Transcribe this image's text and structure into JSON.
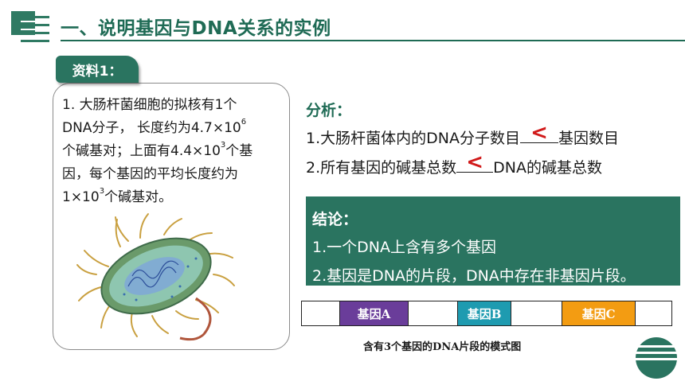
{
  "header": {
    "title": "一、说明基因与DNA关系的实例"
  },
  "material": {
    "tab_label": "资料1：",
    "lines": [
      {
        "pre": "1. 大肠杆菌细胞的拟核有1个"
      },
      {
        "pre": "DNA分子， 长度约为4.7×10",
        "sup": "6"
      },
      {
        "pre": "个碱基对；上面有4.4×10",
        "sup": "3",
        "post": "个基"
      },
      {
        "pre": "因，每个基因的平均长度约为"
      },
      {
        "pre": "1×10",
        "sup": "3",
        "post": "个碱基对。"
      }
    ]
  },
  "analysis": {
    "heading": "分析：",
    "line1": {
      "pre": "1.大肠杆菌体内的DNA分子数目",
      "answer": "<",
      "post": "基因数目"
    },
    "line2": {
      "pre": "2.所有基因的碱基总数",
      "answer": "<",
      "post": "DNA的碱基总数"
    }
  },
  "conclusion": {
    "heading": "结论：",
    "line1": "1.一个DNA上含有多个基因",
    "line2": "2.基因是DNA的片段，DNA中存在非基因片段。"
  },
  "diagram": {
    "segments": [
      {
        "label": "",
        "color": "#ffffff",
        "flex": 48
      },
      {
        "label": "基因A",
        "color": "#6a3d9a",
        "flex": 86
      },
      {
        "label": "",
        "color": "#ffffff",
        "flex": 62
      },
      {
        "label": "基因B",
        "color": "#1e9bb0",
        "flex": 68
      },
      {
        "label": "",
        "color": "#ffffff",
        "flex": 64
      },
      {
        "label": "基因C",
        "color": "#f39c12",
        "flex": 92
      },
      {
        "label": "",
        "color": "#ffffff",
        "flex": 46
      }
    ],
    "caption": "含有3个基因的DNA片段的模式图"
  },
  "colors": {
    "theme": "#2a7460",
    "answer": "#d11a1a"
  },
  "icons": {
    "bacteria": "bacterium-illustration-icon"
  }
}
